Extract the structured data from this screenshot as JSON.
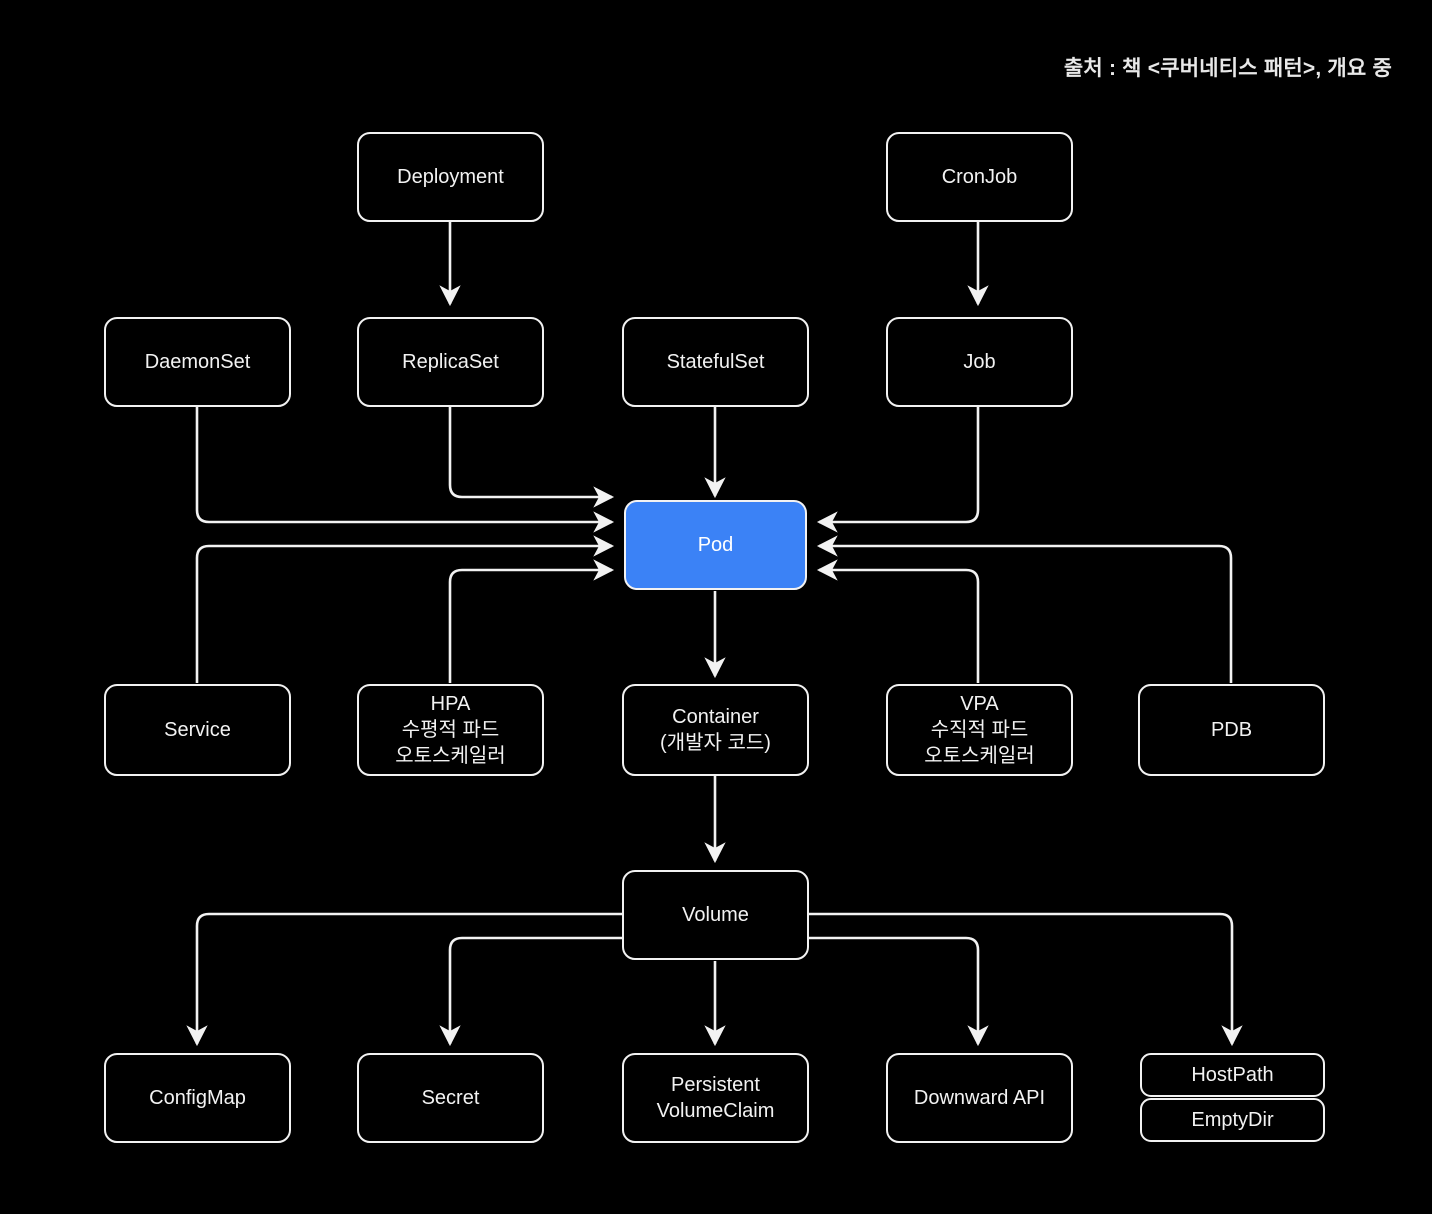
{
  "header": {
    "source_note": "출처 : 책 <쿠버네티스 패턴>, 개요 중"
  },
  "colors": {
    "background": "#000000",
    "node_border": "#f2f2f2",
    "node_text": "#f2f2f2",
    "pod_fill": "#3b82f6",
    "edge": "#f2f2f2"
  },
  "nodes": {
    "deployment": {
      "label": "Deployment"
    },
    "cronjob": {
      "label": "CronJob"
    },
    "daemonset": {
      "label": "DaemonSet"
    },
    "replicaset": {
      "label": "ReplicaSet"
    },
    "statefulset": {
      "label": "StatefulSet"
    },
    "job": {
      "label": "Job"
    },
    "pod": {
      "label": "Pod"
    },
    "service": {
      "label": "Service"
    },
    "hpa": {
      "line1": "HPA",
      "line2": "수평적 파드",
      "line3": "오토스케일러"
    },
    "container": {
      "line1": "Container",
      "line2": "(개발자 코드)"
    },
    "vpa": {
      "line1": "VPA",
      "line2": "수직적 파드",
      "line3": "오토스케일러"
    },
    "pdb": {
      "label": "PDB"
    },
    "volume": {
      "label": "Volume"
    },
    "configmap": {
      "label": "ConfigMap"
    },
    "secret": {
      "label": "Secret"
    },
    "pvc": {
      "line1": "Persistent",
      "line2": "VolumeClaim"
    },
    "downward_api": {
      "label": "Downward API"
    },
    "hostpath": {
      "label": "HostPath"
    },
    "emptydir": {
      "label": "EmptyDir"
    }
  },
  "edges": [
    {
      "from": "deployment",
      "to": "replicaset",
      "arrow": true
    },
    {
      "from": "cronjob",
      "to": "job",
      "arrow": true
    },
    {
      "from": "replicaset",
      "to": "pod",
      "arrow": true
    },
    {
      "from": "daemonset",
      "to": "pod",
      "arrow": true
    },
    {
      "from": "statefulset",
      "to": "pod",
      "arrow": true
    },
    {
      "from": "job",
      "to": "pod",
      "arrow": true
    },
    {
      "from": "service",
      "to": "pod",
      "arrow": true
    },
    {
      "from": "hpa",
      "to": "pod",
      "arrow": true
    },
    {
      "from": "vpa",
      "to": "pod",
      "arrow": true
    },
    {
      "from": "pdb",
      "to": "pod",
      "arrow": true
    },
    {
      "from": "pod",
      "to": "container",
      "arrow": true
    },
    {
      "from": "container",
      "to": "volume",
      "arrow": true
    },
    {
      "from": "volume",
      "to": "configmap",
      "arrow": true
    },
    {
      "from": "volume",
      "to": "secret",
      "arrow": true
    },
    {
      "from": "volume",
      "to": "pvc",
      "arrow": true
    },
    {
      "from": "volume",
      "to": "downward_api",
      "arrow": true
    },
    {
      "from": "volume",
      "to": "hostpath",
      "arrow": true
    }
  ]
}
